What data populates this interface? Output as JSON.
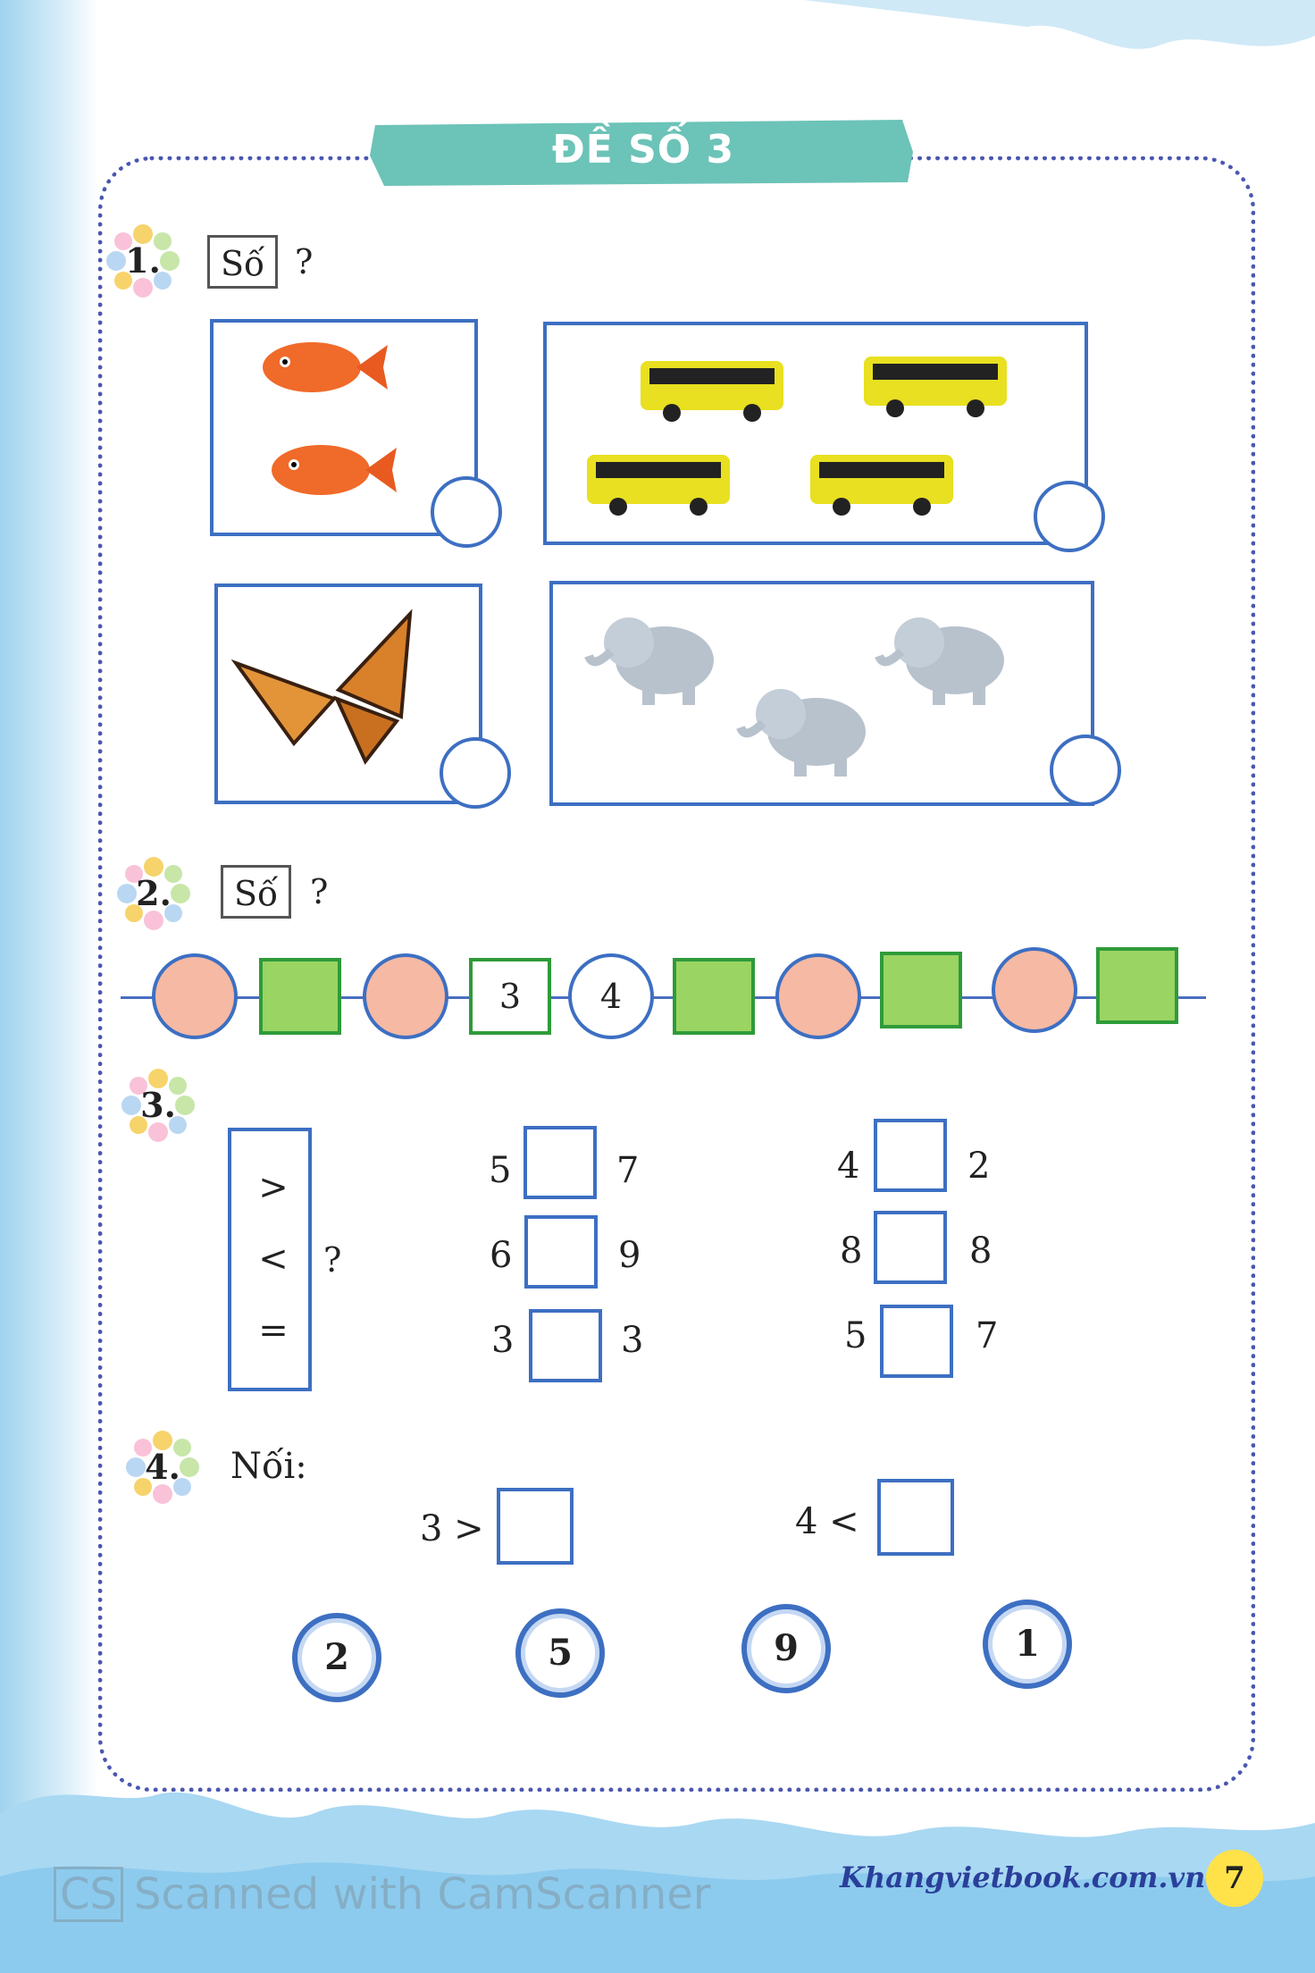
{
  "title": "ĐỀ SỐ 3",
  "q1": {
    "number": "1.",
    "label": "Số",
    "qmark": "?"
  },
  "q2": {
    "number": "2.",
    "label": "Số",
    "qmark": "?",
    "sequence": [
      {
        "shape": "circle",
        "fill": "pink",
        "value": ""
      },
      {
        "shape": "square",
        "fill": "green",
        "value": ""
      },
      {
        "shape": "circle",
        "fill": "pink",
        "value": ""
      },
      {
        "shape": "square",
        "fill": "white",
        "value": "3"
      },
      {
        "shape": "circle",
        "fill": "white",
        "value": "4"
      },
      {
        "shape": "square",
        "fill": "green",
        "value": ""
      },
      {
        "shape": "circle",
        "fill": "pink",
        "value": ""
      },
      {
        "shape": "square",
        "fill": "green",
        "value": ""
      },
      {
        "shape": "circle",
        "fill": "pink",
        "value": ""
      },
      {
        "shape": "square",
        "fill": "green",
        "value": ""
      }
    ]
  },
  "q3": {
    "number": "3.",
    "symbols": [
      ">",
      "<",
      "="
    ],
    "qmark": "?",
    "pairs": [
      {
        "left": "5",
        "right": "7"
      },
      {
        "left": "4",
        "right": "2"
      },
      {
        "left": "6",
        "right": "9"
      },
      {
        "left": "8",
        "right": "8"
      },
      {
        "left": "3",
        "right": "3"
      },
      {
        "left": "5",
        "right": "7"
      }
    ]
  },
  "q4": {
    "number": "4.",
    "label": "Nối:",
    "expr1": "3 >",
    "expr2": "4 <",
    "options": [
      "2",
      "5",
      "9",
      "1"
    ]
  },
  "footer": {
    "site": "Khangvietbook.com.vn",
    "page": "7",
    "watermark": "Scanned with CamScanner",
    "cs": "CS"
  },
  "colors": {
    "accent": "#3d6fc2",
    "banner": "#6cc3b8",
    "pink": "#f6b9a3",
    "green": "#9ad462"
  }
}
